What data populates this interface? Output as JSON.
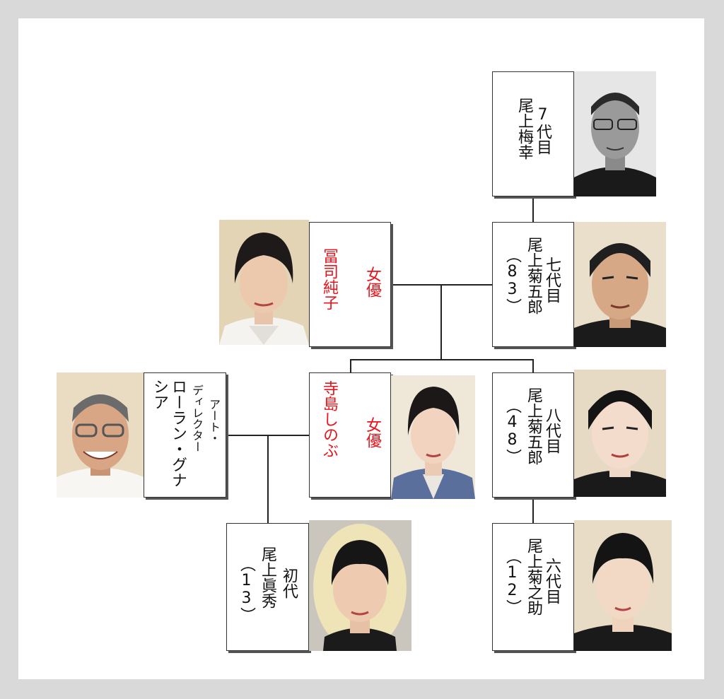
{
  "people": {
    "baiko": {
      "generation": "7代目",
      "name": "尾上梅幸"
    },
    "kikugoro7": {
      "generation": "七代目",
      "name": "尾上菊五郎",
      "age": "（83）"
    },
    "fuji": {
      "role": "女優",
      "name": "冨司純子"
    },
    "kikugoro8": {
      "generation": "八代目",
      "name": "尾上菊五郎",
      "age": "（48）"
    },
    "shinobu": {
      "role": "女優",
      "name": "寺島しのぶ"
    },
    "laurent": {
      "role": "アート・ディレクター",
      "name": "ローラン・グナシア"
    },
    "mahide": {
      "generation": "初代",
      "name": "尾上眞秀",
      "age": "（13）"
    },
    "kikunosuke": {
      "generation": "六代目",
      "name": "尾上菊之助",
      "age": "（12）"
    }
  },
  "colors": {
    "actress_text": "#e8141c",
    "line": "#222222",
    "background": "#d9d9d9"
  },
  "photo_icons": [
    "portrait-baiko-icon",
    "portrait-kikugoro7-icon",
    "portrait-fuji-icon",
    "portrait-kikugoro8-icon",
    "portrait-shinobu-icon",
    "portrait-laurent-icon",
    "portrait-mahide-icon",
    "portrait-kikunosuke-icon"
  ]
}
